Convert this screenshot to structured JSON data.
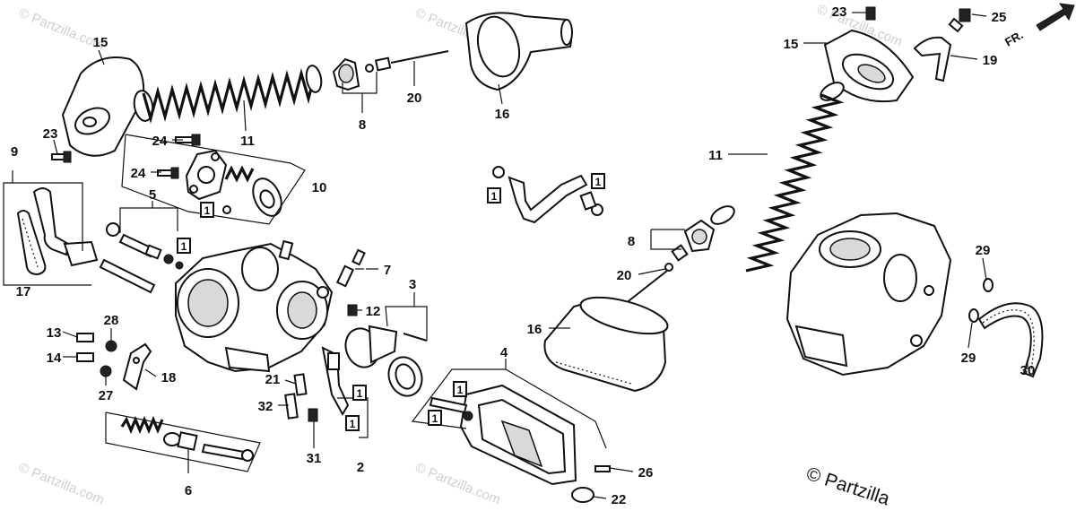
{
  "watermark": "© Partzilla.com",
  "copyright": "© Partzilla",
  "fr_label": "FR.",
  "box_label": "1",
  "callouts": {
    "c1": "15",
    "c2": "23",
    "c3": "24",
    "c4": "24",
    "c5": "11",
    "c6": "10",
    "c7": "9",
    "c8": "5",
    "c9": "17",
    "c10": "8",
    "c11": "20",
    "c12": "16",
    "c13": "7",
    "c14": "12",
    "c15": "3",
    "c16": "13",
    "c17": "28",
    "c18": "14",
    "c19": "27",
    "c20": "18",
    "c21": "21",
    "c22": "32",
    "c23": "31",
    "c24": "2",
    "c25": "6",
    "c26": "4",
    "c27": "26",
    "c28": "22",
    "c29": "23",
    "c30": "25",
    "c31": "15",
    "c32": "19",
    "c33": "11",
    "c34": "8",
    "c35": "20",
    "c36": "16",
    "c37": "29",
    "c38": "29",
    "c39": "30"
  }
}
